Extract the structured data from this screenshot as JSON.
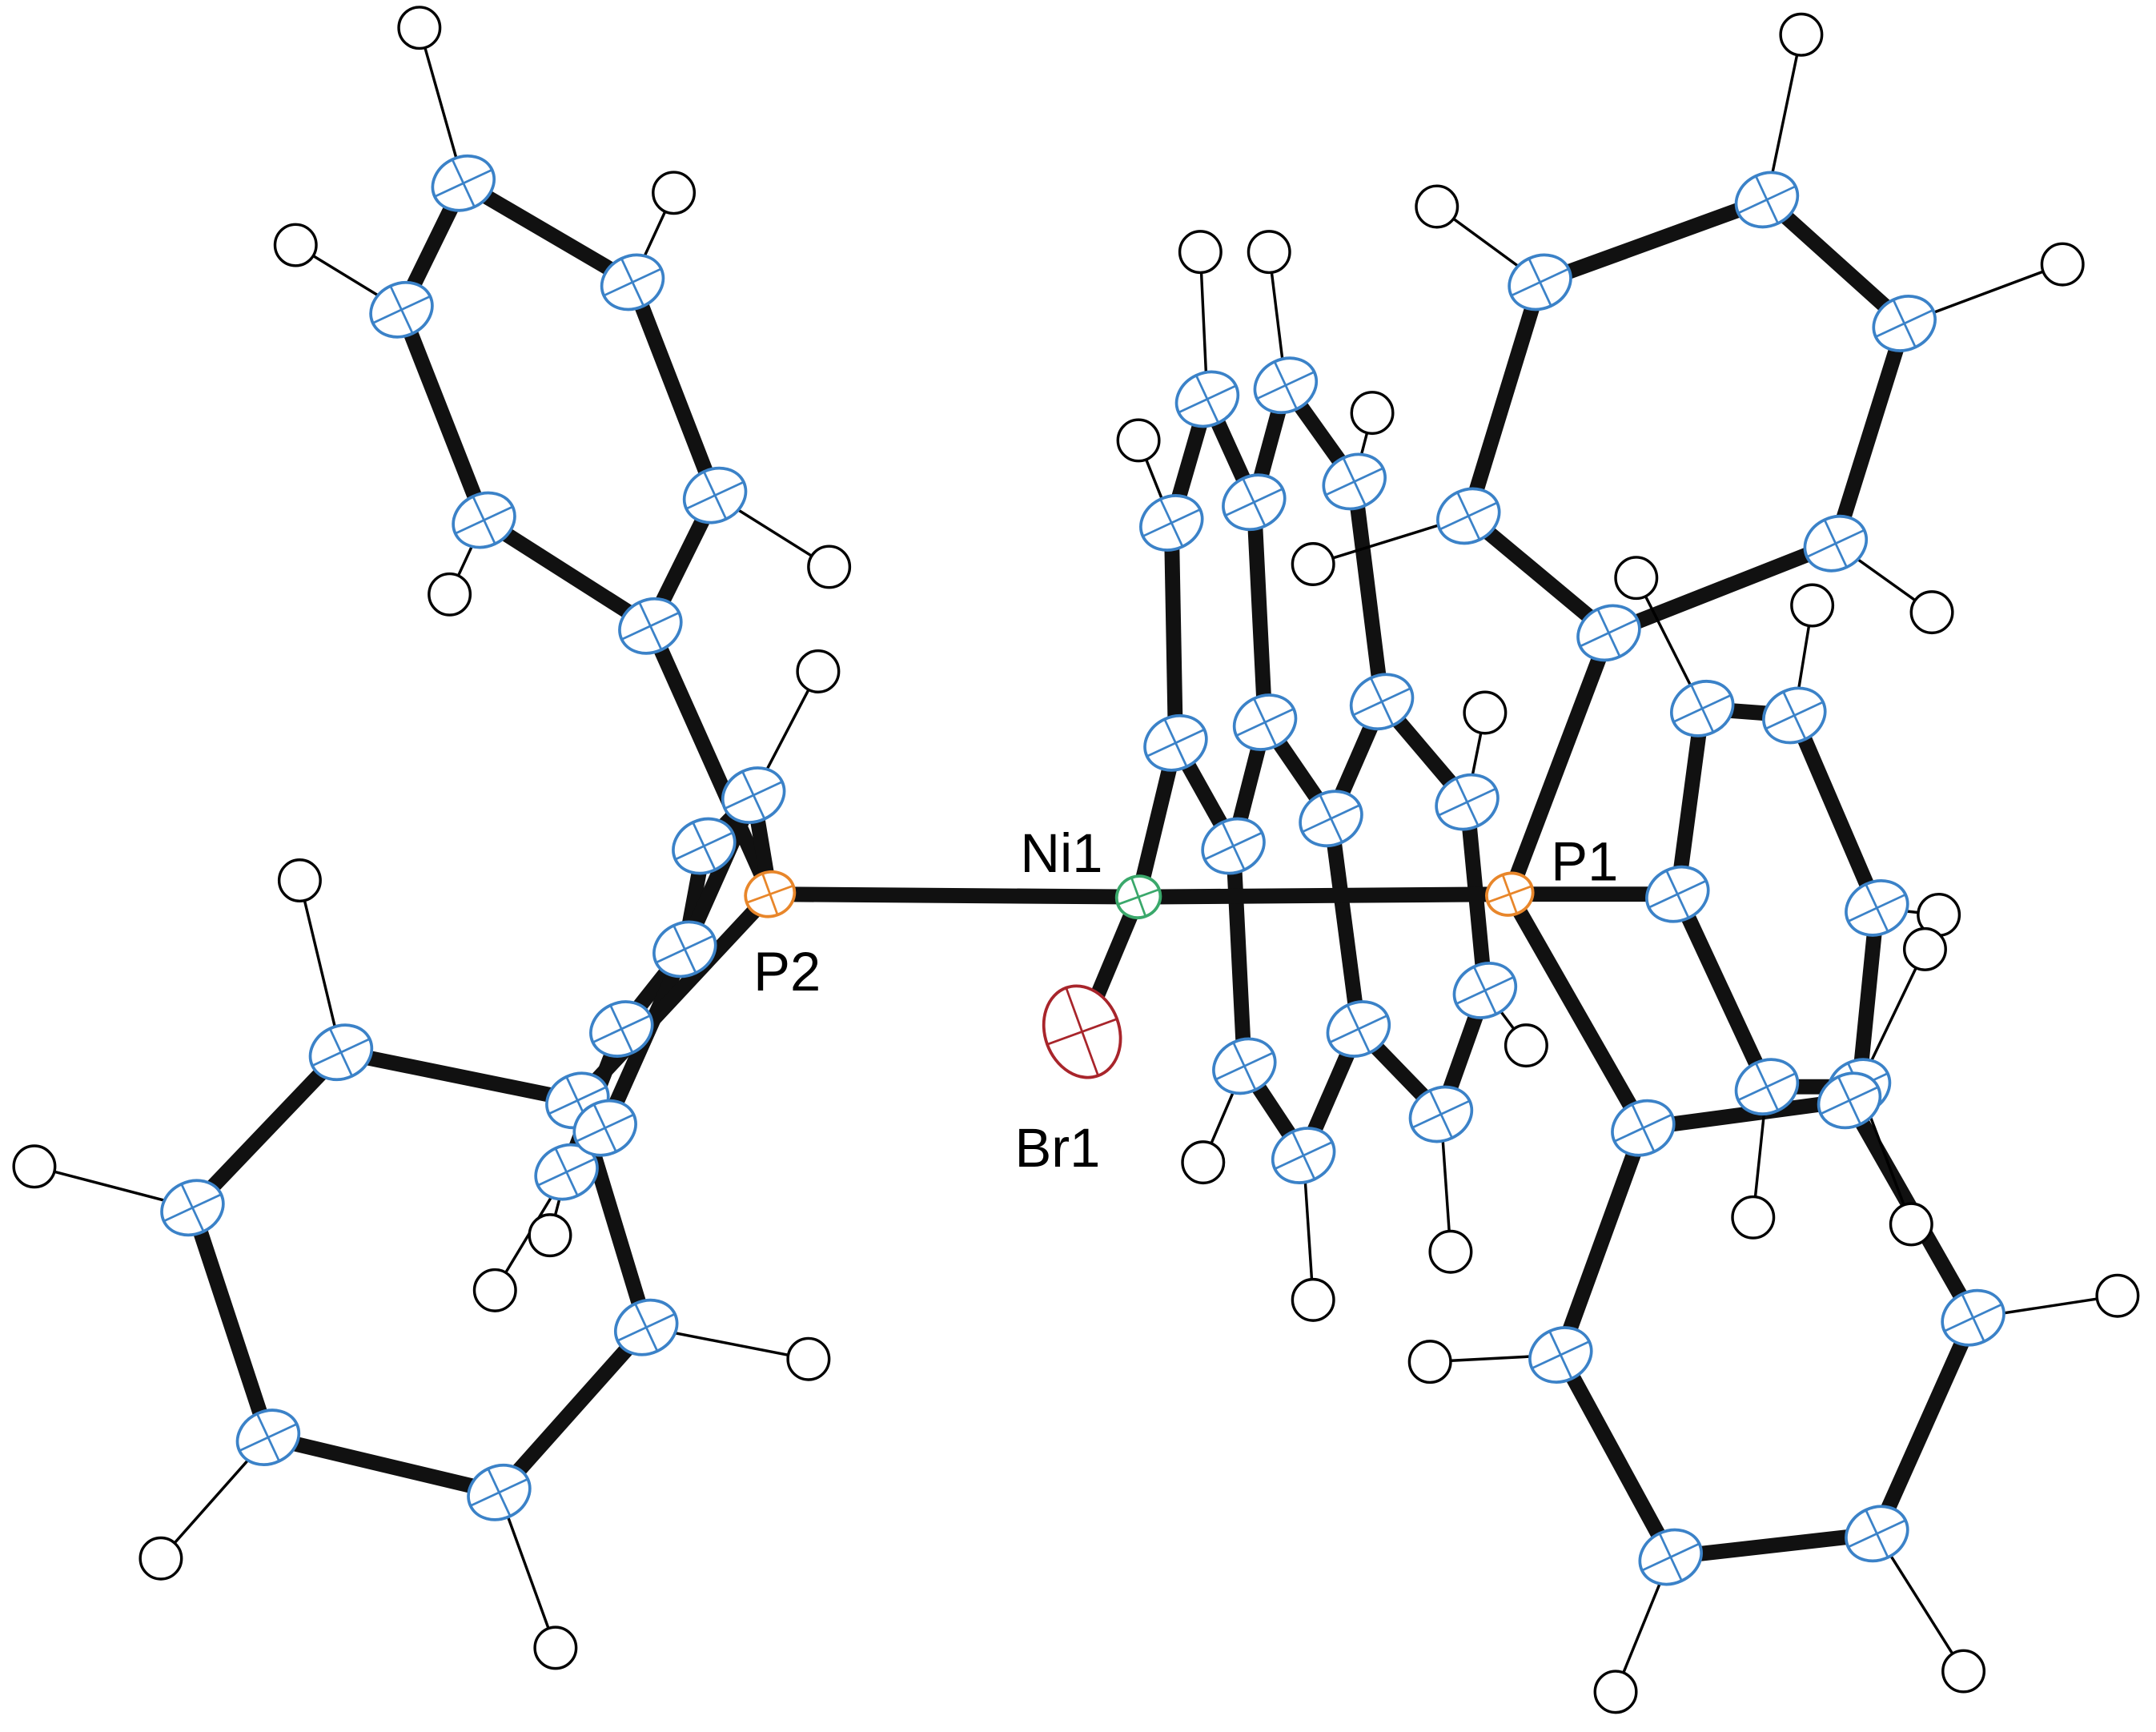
{
  "figure": {
    "labels": {
      "ni": "Ni1",
      "p1": "P1",
      "p2": "P2",
      "br": "Br1"
    },
    "colors": {
      "carbon": "#3b82c8",
      "nickel": "#3aa86b",
      "phosphorus": "#e8862a",
      "bromine": "#a8252b",
      "bond": "#111111",
      "hydrogen": "#000000"
    }
  }
}
